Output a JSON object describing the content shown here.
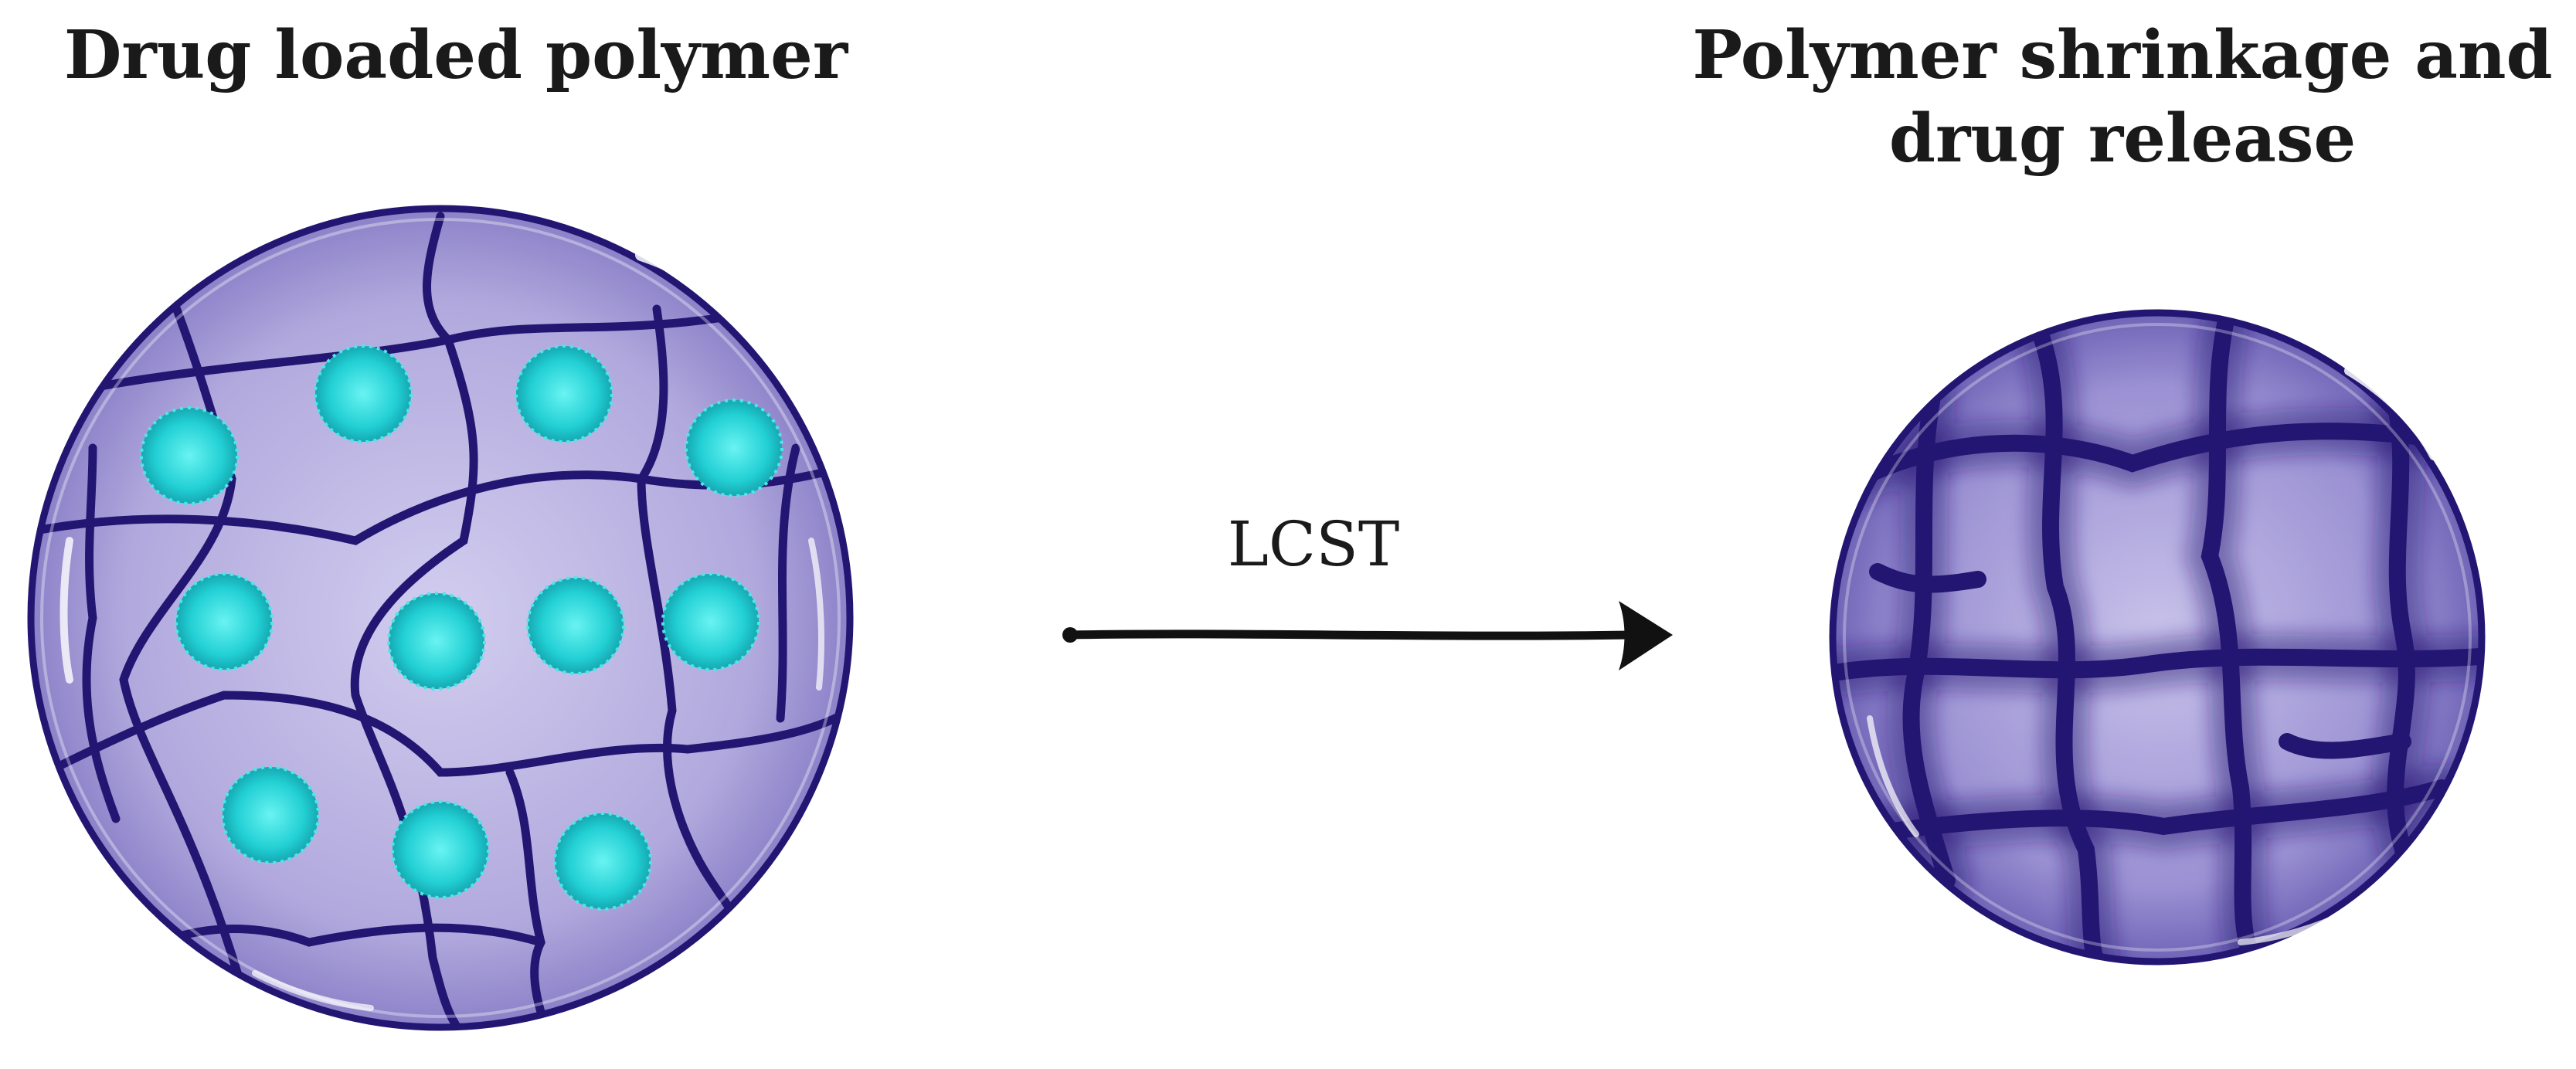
{
  "left_panel": {
    "title": "Drug loaded polymer"
  },
  "right_panel": {
    "title_line1": "Polymer shrinkage and",
    "title_line2": "drug release"
  },
  "arrow": {
    "label": "LCST"
  },
  "colors": {
    "polymer_fill": "#a9a0d6",
    "polymer_dark": "#231673",
    "drug": "#27d6d9"
  }
}
